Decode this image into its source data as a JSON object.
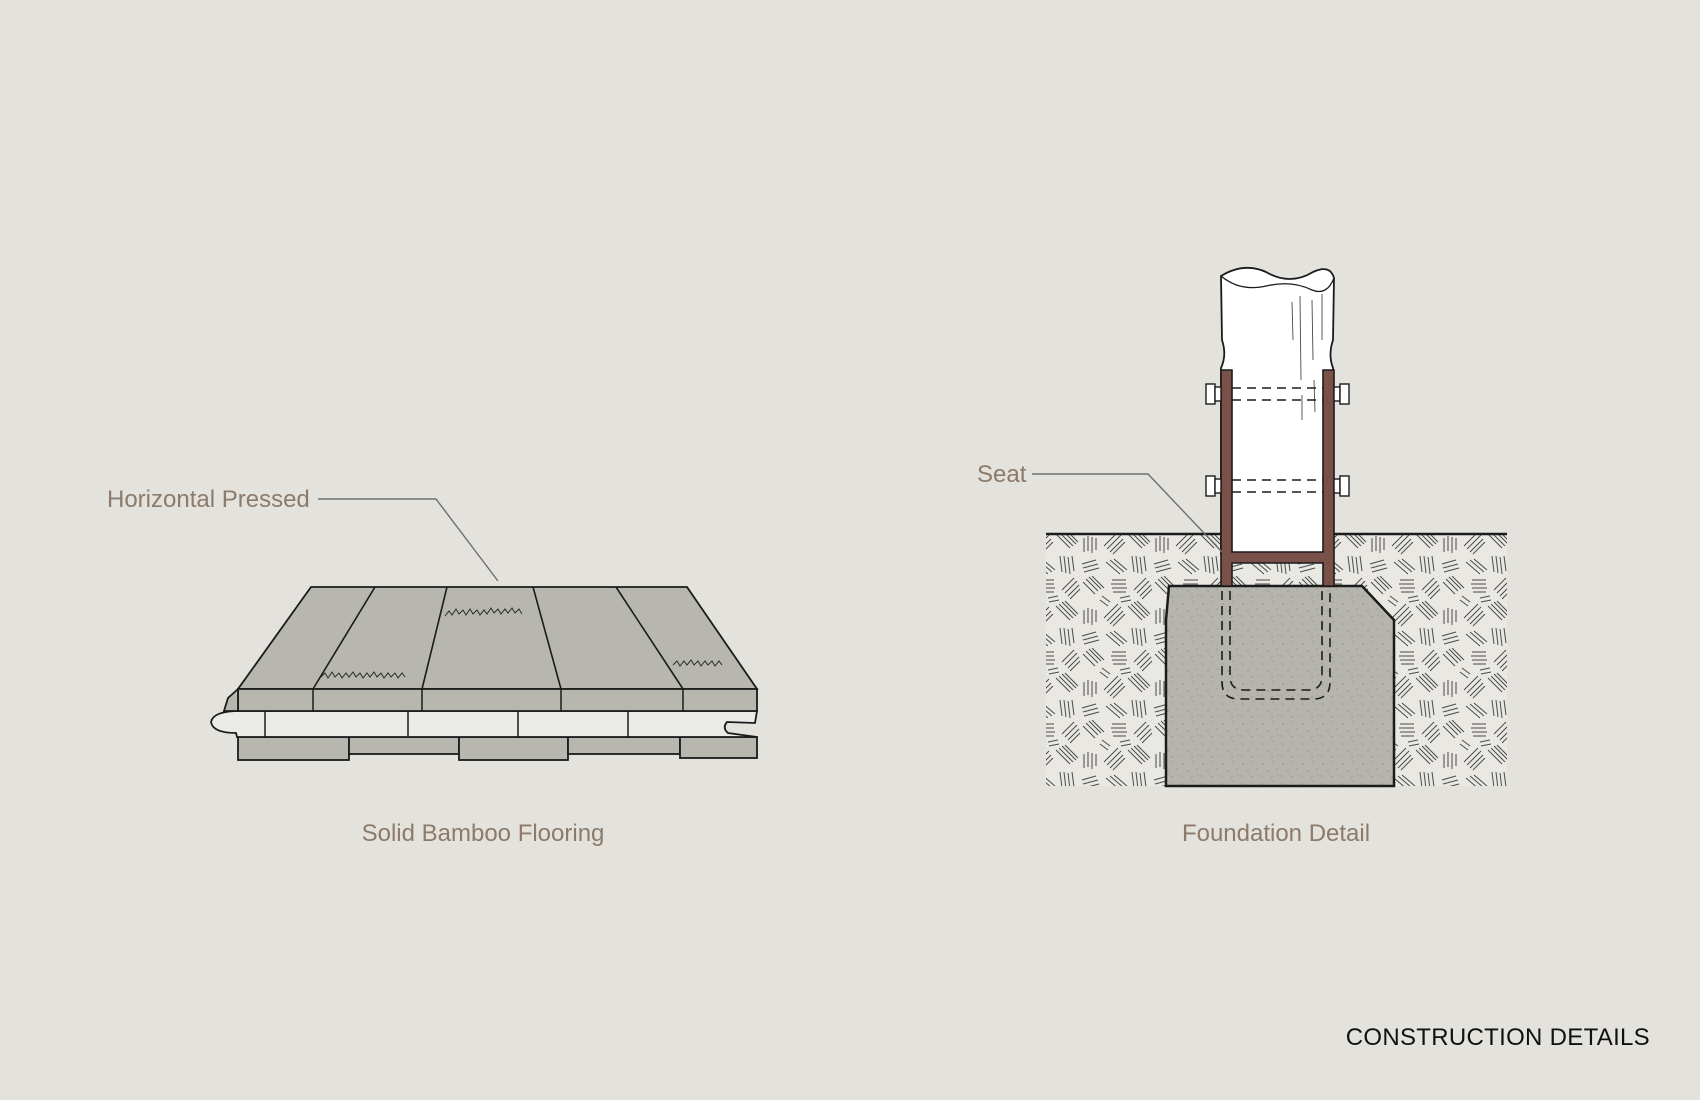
{
  "colors": {
    "background": "#e4e2dd",
    "label_text": "#8c7b6b",
    "title_text": "#111111",
    "plank": "#b8b7af",
    "plank_core": "#ebebea",
    "concrete": "#b6b5ad",
    "steel_seat": "#7a5148",
    "outline": "#1b1b1b"
  },
  "diagrams": {
    "flooring": {
      "callout": "Horizontal Pressed",
      "caption": "Solid Bamboo Flooring"
    },
    "foundation": {
      "callout": "Seat",
      "caption": "Foundation Detail"
    }
  },
  "sheet": {
    "title": "CONSTRUCTION DETAILS"
  }
}
